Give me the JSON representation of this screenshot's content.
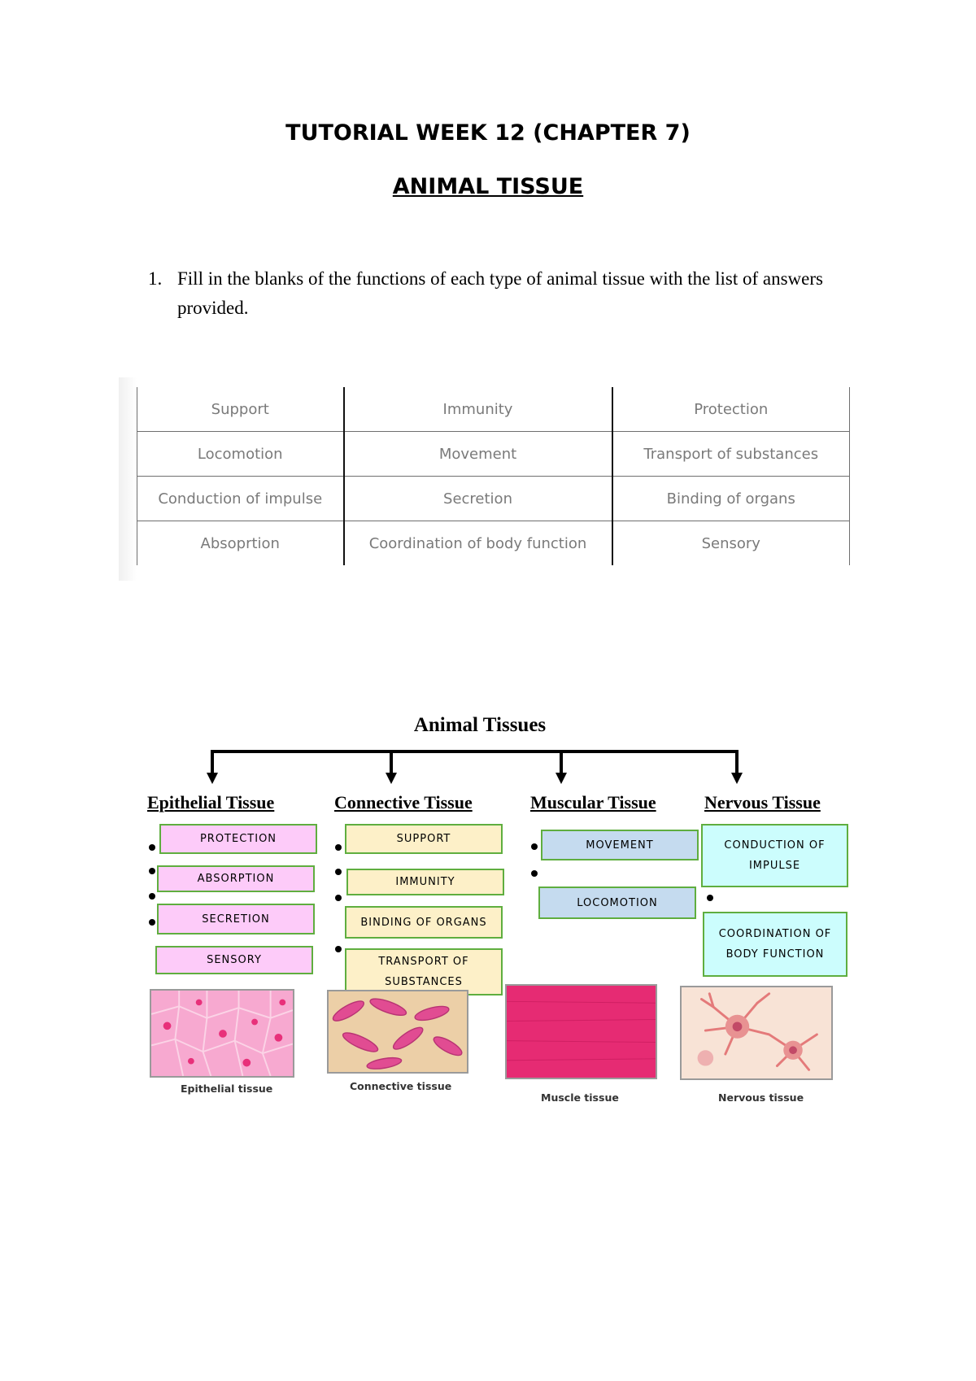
{
  "title": "TUTORIAL WEEK 12 (CHAPTER 7)",
  "subtitle": "ANIMAL TISSUE",
  "question": {
    "number": "1.",
    "text": "Fill in the blanks of the functions of each type of animal tissue with the list of answers provided."
  },
  "answer_list": [
    [
      "Support",
      "Immunity",
      "Protection"
    ],
    [
      "Locomotion",
      "Movement",
      "Transport of substances"
    ],
    [
      "Conduction of impulse",
      "Secretion",
      "Binding of organs"
    ],
    [
      "Absoprtion",
      "Coordination of body function",
      "Sensory"
    ]
  ],
  "diagram": {
    "title": "Animal Tissues",
    "categories": [
      {
        "name": "Epithelial Tissue",
        "answers": [
          "PROTECTION",
          "ABSORPTION",
          "SECRETION",
          "SENSORY"
        ],
        "caption": "Epithelial tissue"
      },
      {
        "name": "Connective Tissue",
        "answers": [
          "SUPPORT",
          "IMMUNITY",
          "BINDING OF ORGANS",
          "TRANSPORT OF SUBSTANCES"
        ],
        "caption": "Connective tissue"
      },
      {
        "name": "Muscular Tissue",
        "answers": [
          "MOVEMENT",
          "LOCOMOTION"
        ],
        "caption": "Muscle tissue"
      },
      {
        "name": "Nervous Tissue",
        "answers": [
          "CONDUCTION OF IMPULSE",
          "COORDINATION OF BODY FUNCTION"
        ],
        "caption": "Nervous tissue"
      }
    ]
  },
  "colors": {
    "epithelial_box": "#fdcbf9",
    "connective_box": "#fdf0c8",
    "muscular_box": "#c5dbef",
    "nervous_box": "#ccfdfd",
    "box_border": "#5fae3f"
  }
}
